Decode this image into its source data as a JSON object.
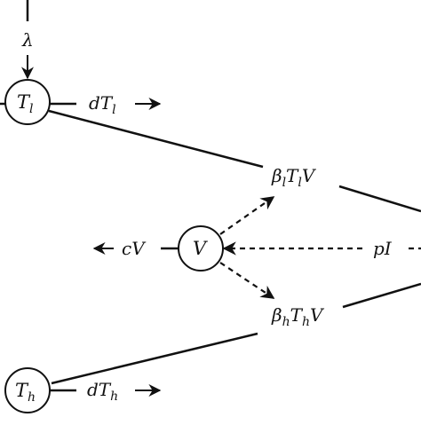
{
  "diagram": {
    "nodes": {
      "tl": {
        "label": "T",
        "sub": "l"
      },
      "v": {
        "label": "V"
      },
      "th": {
        "label": "T",
        "sub": "h"
      }
    },
    "labels": {
      "lambda": "λ",
      "death_tl": {
        "main": "dT",
        "sub": "l"
      },
      "infect_l": {
        "pre": "β",
        "pre_sub": "l",
        "mid": "T",
        "mid_sub": "l",
        "post": "V"
      },
      "clearance": "cV",
      "production": "pI",
      "infect_h": {
        "pre": "β",
        "pre_sub": "h",
        "mid": "T",
        "mid_sub": "h",
        "post": "V"
      },
      "death_th": {
        "main": "dT",
        "sub": "h"
      }
    }
  },
  "colors": {
    "stroke": "#111111",
    "background": "#ffffff"
  }
}
